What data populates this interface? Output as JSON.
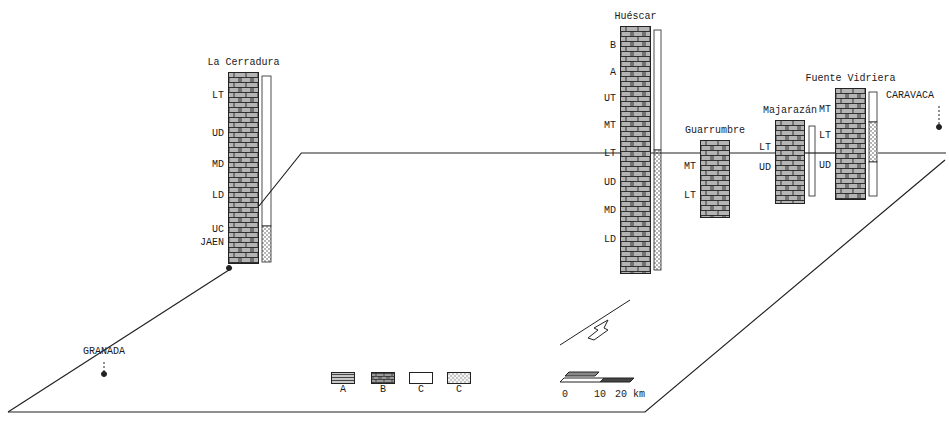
{
  "diagram": {
    "nodes": [
      {
        "text": [
          "La Cerradura"
        ]
      },
      {
        "text": [
          "Huéscar"
        ]
      },
      {
        "text": [
          "Guarrumbre"
        ]
      },
      {
        "text": [
          "Majarazán"
        ]
      },
      {
        "text": [
          "Fuente Vidriera"
        ]
      }
    ],
    "edges": [
      {
        "from": 0,
        "to": 1,
        "arrow": "none"
      },
      {
        "from": 1,
        "to": 2,
        "arrow": "none"
      },
      {
        "from": 2,
        "to": 3,
        "arrow": "none"
      },
      {
        "from": 3,
        "to": 4,
        "arrow": "none"
      }
    ],
    "labels": [
      "LT",
      "UD",
      "MD",
      "LD",
      "UC",
      "JAEN",
      "GRANADA",
      "B",
      "A",
      "UT",
      "MT",
      "LT",
      "UD",
      "MD",
      "LD",
      "MT",
      "LT",
      "LT",
      "UD",
      "MT",
      "LT",
      "UD",
      "CARAVACA",
      "0",
      "10",
      "20 km"
    ],
    "legend": [
      {
        "text": "A",
        "color": "#c8c8c8"
      },
      {
        "text": "B",
        "color": "#9a9a9a"
      },
      {
        "text": "C",
        "color": "#ffffff"
      },
      {
        "text": "C",
        "color": "#e4e4e4"
      }
    ]
  }
}
